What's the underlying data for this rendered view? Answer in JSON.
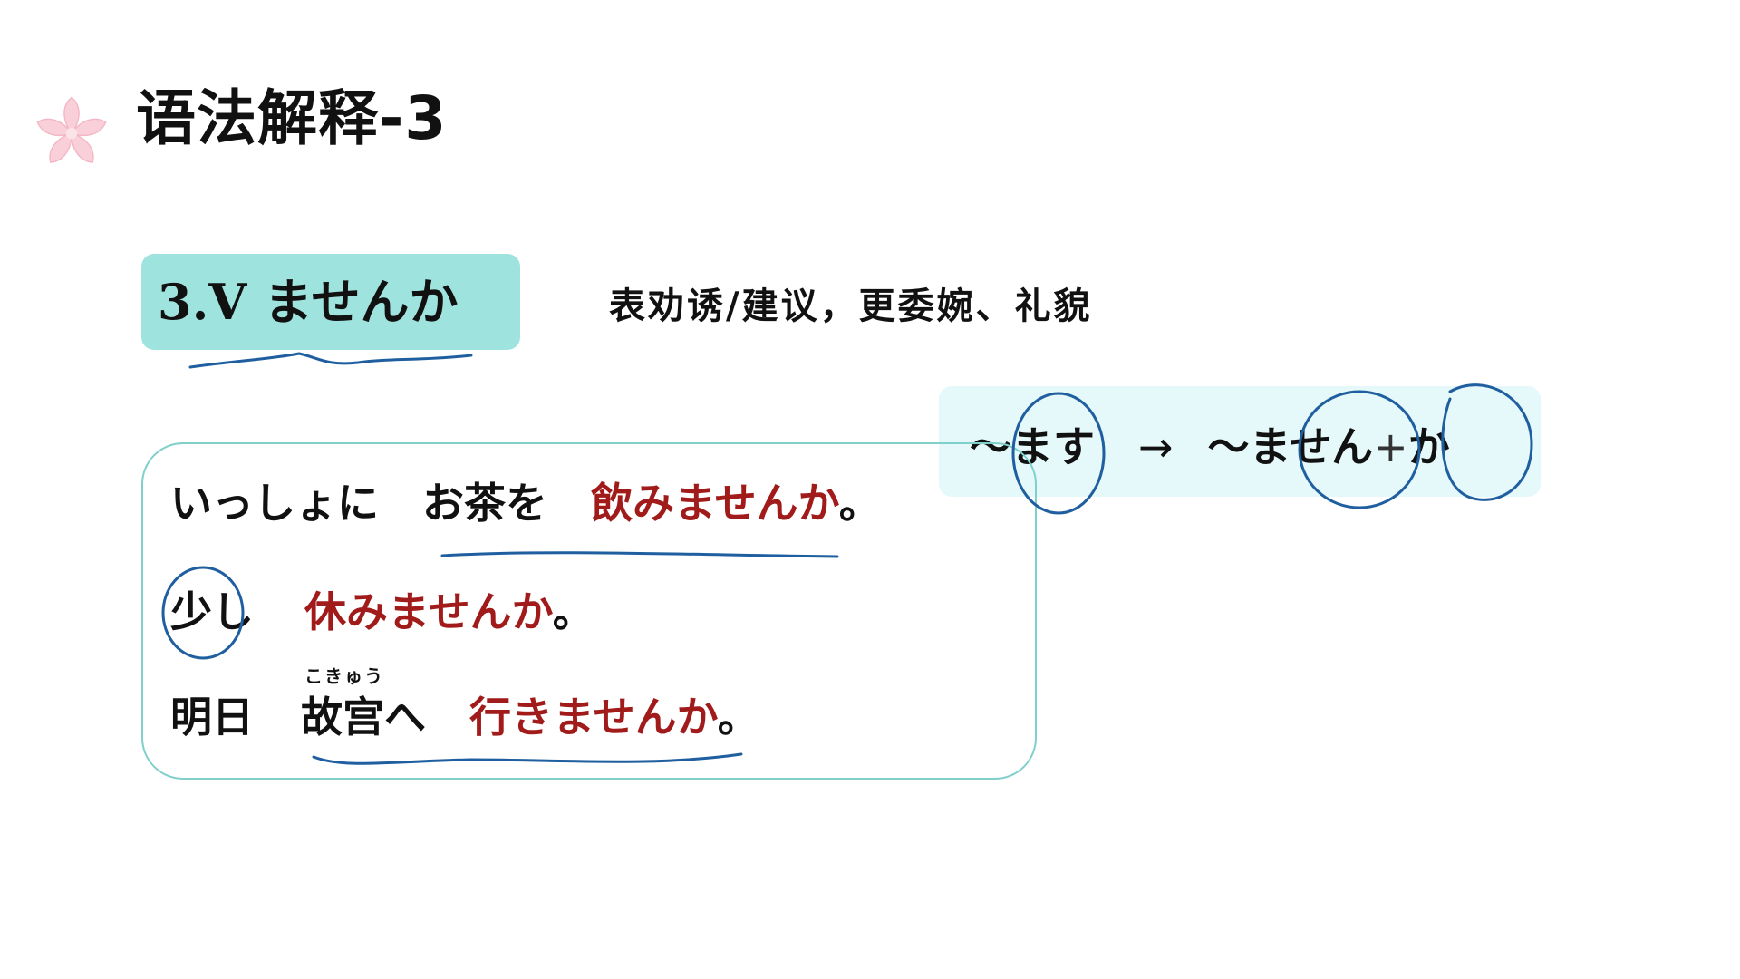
{
  "header": {
    "title": "语法解释-3",
    "icon": "sakura-flower-icon",
    "icon_color": "#f7cbd6"
  },
  "pattern": {
    "label": "3.V ませんか",
    "meaning": "表劝诱/建议，更委婉、礼貌",
    "box_color": "#9fe3df"
  },
  "rule": {
    "from": "～ます",
    "arrow": "→",
    "to": "～ません",
    "plus": "+",
    "suffix": "か",
    "box_color": "#e5f8fa"
  },
  "examples": [
    {
      "part1": "いっしょに",
      "part2": "お茶を",
      "verb": "飲みませんか",
      "end": "。"
    },
    {
      "part1": "少し",
      "verb": "休みませんか",
      "end": "。"
    },
    {
      "part1": "明日",
      "part2": "故宫へ",
      "ruby": "こきゅう",
      "verb": "行きませんか",
      "end": "。"
    }
  ],
  "colors": {
    "verb_red": "#a11b1b",
    "annotation_ink": "#1f5fa0",
    "example_border": "#7fcfcb"
  }
}
